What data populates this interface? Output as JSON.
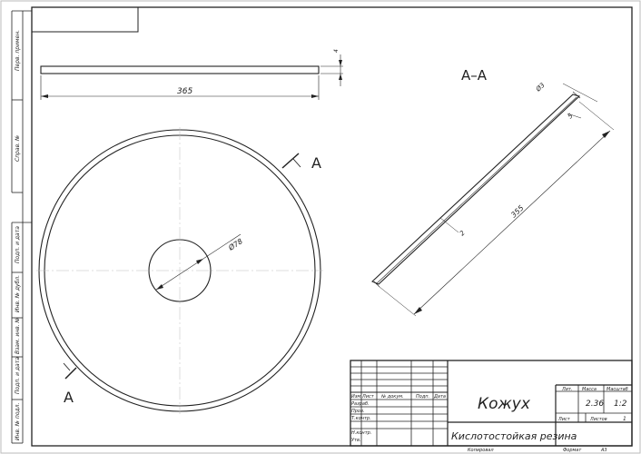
{
  "drawing": {
    "bar_length": "365",
    "bar_thickness": "4",
    "section_title": "A–A",
    "section_mark": "A",
    "hole_diameter": "Ø78",
    "section_length": "355",
    "section_width": "Ø3",
    "section_offset": "5",
    "section_center": "2"
  },
  "margin_labels": [
    "Перв. примен.",
    "Справ. №",
    "Подп. и дата",
    "Инв. № дубл.",
    "Взам. инв. №",
    "Подп. и дата",
    "Инв. № подл."
  ],
  "title_block": {
    "part_name": "Кожух",
    "material": "Кислотостойкая резина",
    "col_headers": [
      "Изм.",
      "Лист",
      "№ докум.",
      "Подп.",
      "Дата"
    ],
    "row_labels": [
      "Разраб.",
      "Пров.",
      "Т.контр.",
      "Н.контр.",
      "Утв."
    ],
    "lit_header": "Лит.",
    "mass_header": "Масса",
    "scale_header": "Масштаб",
    "mass": "2.36",
    "scale": "1:2",
    "sheet_label": "Лист",
    "sheets_label": "Листов",
    "sheets_count": "1",
    "copied": "Копировал",
    "format_label": "Формат",
    "format": "А3"
  }
}
